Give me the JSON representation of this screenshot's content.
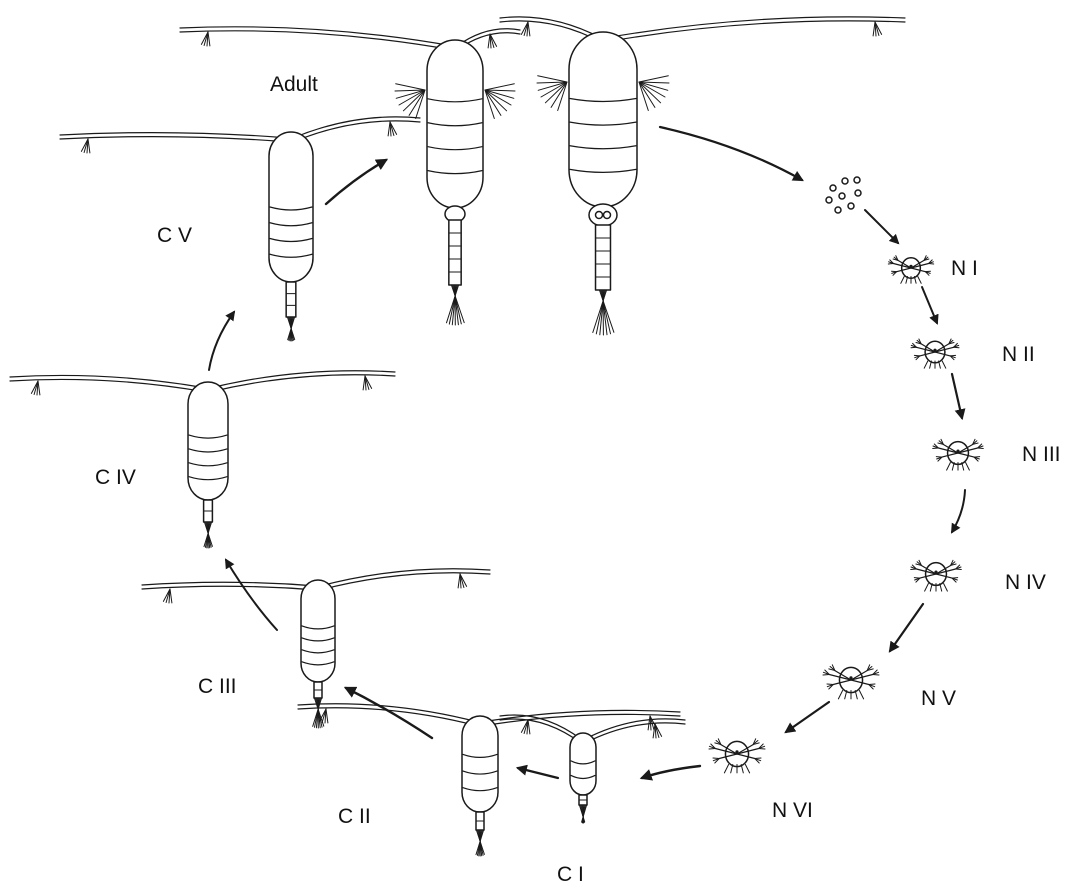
{
  "labels": {
    "adult": "Adult",
    "n1": "N I",
    "n2": "N II",
    "n3": "N III",
    "n4": "N IV",
    "n5": "N V",
    "n6": "N VI",
    "c1": "C I",
    "c2": "C II",
    "c3": "C III",
    "c4": "C IV",
    "c5": "C V"
  },
  "colors": {
    "ink": "#1a1a1a",
    "paper": "#ffffff"
  }
}
